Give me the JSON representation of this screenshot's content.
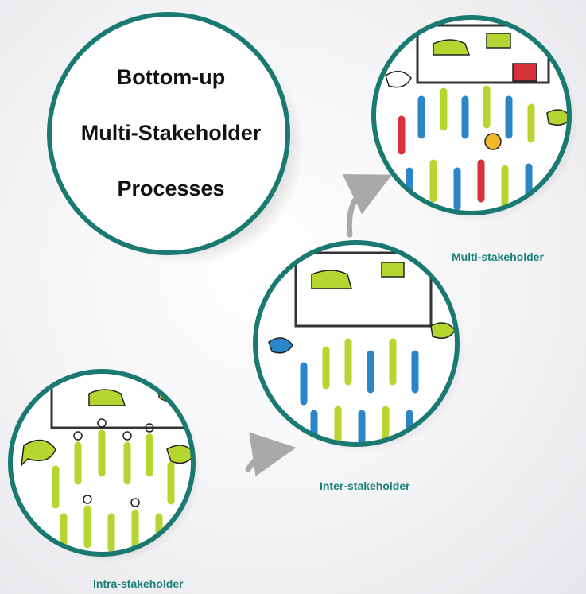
{
  "title": {
    "line1": "Bottom-up",
    "line2": "Multi-Stakeholder",
    "line3": "Processes"
  },
  "stages": [
    {
      "label": "Intra-stakeholder"
    },
    {
      "label": "Inter-stakeholder"
    },
    {
      "label": "Multi-stakeholder"
    }
  ],
  "colors": {
    "ring": "#1a7a72",
    "caption": "#1a7f78",
    "arrow": "#a9a9a9",
    "figure_green": "#b5d531",
    "figure_blue": "#2b86c9",
    "figure_red": "#d6323a"
  }
}
